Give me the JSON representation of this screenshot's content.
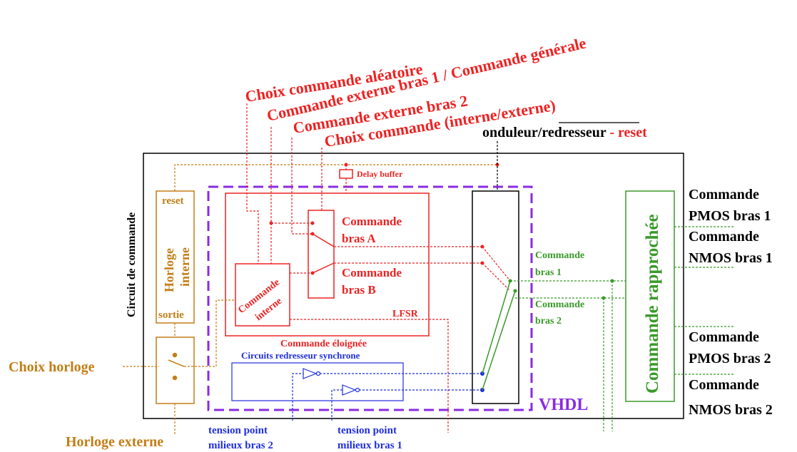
{
  "colors": {
    "red": "#ee2222",
    "orange": "#c47d16",
    "blue": "#1f2ee0",
    "green": "#3a9a2a",
    "purple": "#8a2be2",
    "black": "#000000"
  },
  "labels": {
    "choix_commande_aleatoire": "Choix commande aléatoire",
    "commande_externe_bras1": "Commande externe bras 1 / Commande générale",
    "commande_externe_bras2": "Commande externe bras 2",
    "choix_commande_int_ext": "Choix commande  (interne/externe)",
    "onduleur": "onduleur/",
    "redresseur": "redresseur",
    "reset_dash": " - reset",
    "delay_buffer": "Delay buffer",
    "circuit_de_commande": "Circuit de commande",
    "reset": "reset",
    "horloge": "Horloge",
    "interne": "interne",
    "sortie": "sortie",
    "commande_bras_a_1": "Commande",
    "commande_bras_a_2": "bras A",
    "commande_bras_b_1": "Commande",
    "commande_bras_b_2": "bras B",
    "commande_interne_1": "Commande",
    "commande_interne_2": "interne",
    "lfsr": "LFSR",
    "commande_eloignee": "Commande éloignée",
    "circuits_redresseur": "Circuits redresseur synchrone",
    "choix_horloge": "Choix horloge",
    "horloge_externe": "Horloge externe",
    "tension_bras2_1": "tension point",
    "tension_bras2_2": "milieux bras 2",
    "tension_bras1_1": "tension point",
    "tension_bras1_2": "milieux bras 1",
    "vhdl": "VHDL",
    "cmd_bras1_1": "Commande",
    "cmd_bras1_2": "bras 1",
    "cmd_bras2_1": "Commande",
    "cmd_bras2_2": "bras 2",
    "commande_rapprochee": "Commande rapprochée",
    "out_pmos1_1": "Commande",
    "out_pmos1_2": "PMOS bras 1",
    "out_nmos1_1": "Commande",
    "out_nmos1_2": "NMOS bras 1",
    "out_pmos2_1": "Commande",
    "out_pmos2_2": "PMOS bras 2",
    "out_nmos2_1": "Commande",
    "out_nmos2_2": "NMOS bras 2"
  }
}
